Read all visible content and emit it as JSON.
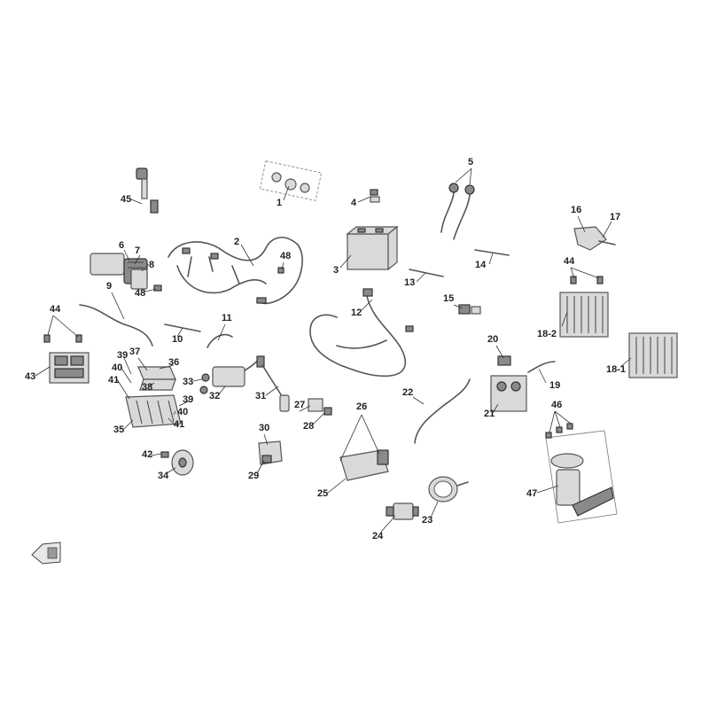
{
  "callouts": {
    "c1": "1",
    "c2": "2",
    "c3": "3",
    "c4": "4",
    "c5": "5",
    "c6": "6",
    "c7": "7",
    "c8": "8",
    "c9": "9",
    "c10": "10",
    "c11": "11",
    "c12": "12",
    "c13": "13",
    "c14": "14",
    "c15": "15",
    "c16": "16",
    "c17": "17",
    "c18_1": "18-1",
    "c18_2": "18-2",
    "c19": "19",
    "c20": "20",
    "c21": "21",
    "c22": "22",
    "c23": "23",
    "c24": "24",
    "c25": "25",
    "c26": "26",
    "c27": "27",
    "c28": "28",
    "c29": "29",
    "c30": "30",
    "c31": "31",
    "c32": "32",
    "c33": "33",
    "c34": "34",
    "c35": "35",
    "c36": "36",
    "c37": "37",
    "c38": "38",
    "c39a": "39",
    "c39b": "39",
    "c40a": "40",
    "c40b": "40",
    "c41a": "41",
    "c41b": "41",
    "c42": "42",
    "c43": "43",
    "c44a": "44",
    "c44b": "44",
    "c45": "45",
    "c46": "46",
    "c47": "47",
    "c48a": "48",
    "c48b": "48"
  }
}
